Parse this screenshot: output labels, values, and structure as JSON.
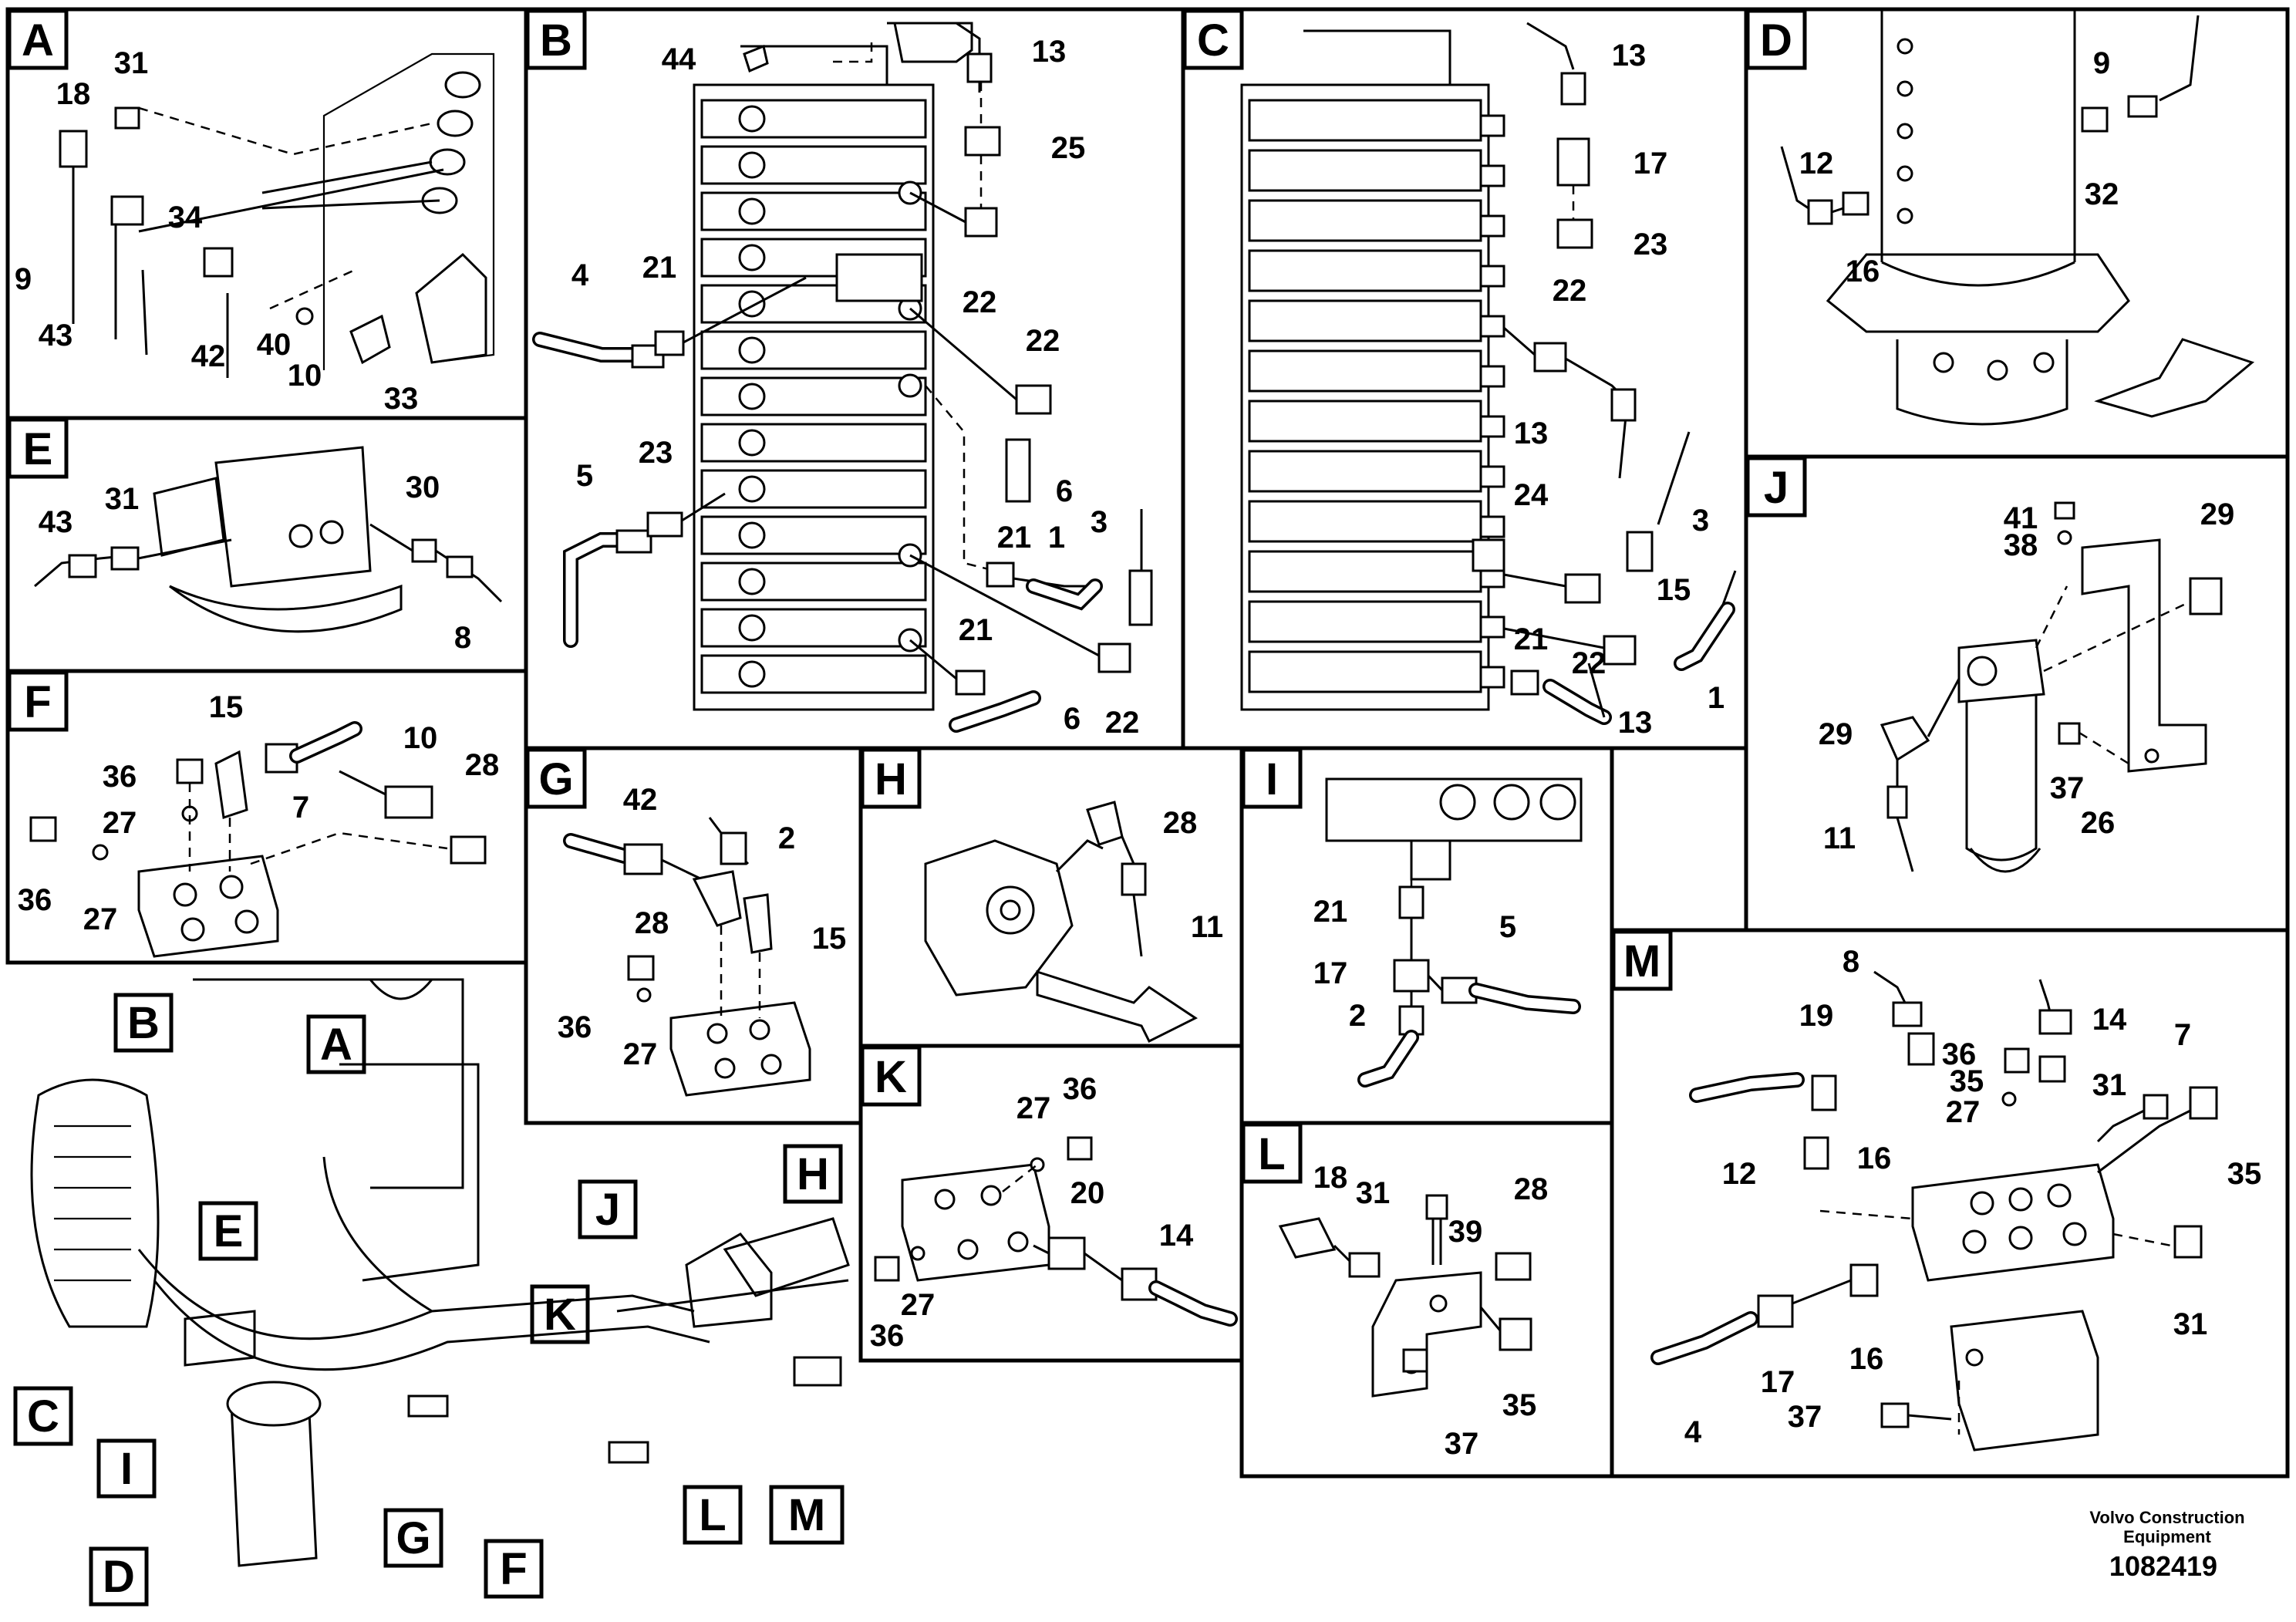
{
  "sections": {
    "A": "A",
    "B": "B",
    "C": "C",
    "D": "D",
    "E": "E",
    "F": "F",
    "G": "G",
    "H": "H",
    "I": "I",
    "J": "J",
    "K": "K",
    "L": "L",
    "M": "M"
  },
  "callouts": {
    "A": [
      "31",
      "18",
      "34",
      "9",
      "43",
      "42",
      "40",
      "10",
      "33"
    ],
    "B": [
      "44",
      "13",
      "25",
      "22",
      "21",
      "4",
      "22",
      "23",
      "5",
      "6",
      "21",
      "1",
      "3",
      "21",
      "6",
      "22"
    ],
    "C": [
      "13",
      "17",
      "23",
      "22",
      "13",
      "24",
      "3",
      "15",
      "21",
      "22",
      "13",
      "1"
    ],
    "D": [
      "9",
      "12",
      "32",
      "16"
    ],
    "E": [
      "43",
      "31",
      "30",
      "8"
    ],
    "F": [
      "15",
      "10",
      "28",
      "36",
      "7",
      "27",
      "36",
      "27"
    ],
    "G": [
      "42",
      "2",
      "28",
      "15",
      "36",
      "27"
    ],
    "H": [
      "28",
      "11"
    ],
    "I": [
      "21",
      "5",
      "17",
      "2"
    ],
    "J": [
      "41",
      "38",
      "29",
      "29",
      "37",
      "11",
      "26"
    ],
    "K": [
      "27",
      "36",
      "20",
      "14",
      "27",
      "36"
    ],
    "L": [
      "18",
      "31",
      "39",
      "28",
      "35",
      "37"
    ],
    "M": [
      "8",
      "19",
      "14",
      "36",
      "35",
      "7",
      "27",
      "31",
      "12",
      "16",
      "35",
      "17",
      "16",
      "31",
      "37",
      "4"
    ]
  },
  "footer": {
    "company_line1": "Volvo Construction",
    "company_line2": "Equipment",
    "drawing_number": "1082419"
  }
}
